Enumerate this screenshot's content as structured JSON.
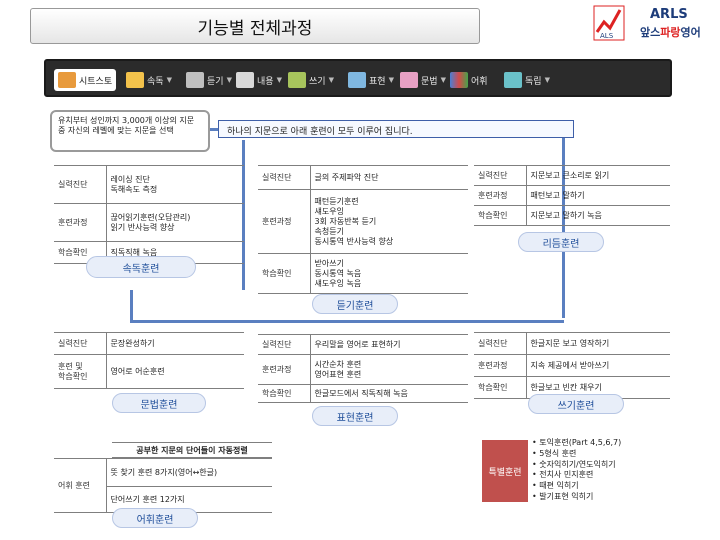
{
  "header": {
    "title": "기능별 전체과정"
  },
  "logo": {
    "brand": "ARLS",
    "sub_prefix": "앞스",
    "sub_red": "파랑",
    "sub_suffix": "영어",
    "mark": "ALS"
  },
  "toolbar": {
    "items": [
      {
        "label": "시트스토",
        "icon": "home-icon",
        "active": true
      },
      {
        "label": "속독",
        "icon": "book-icon"
      },
      {
        "label": "듣기",
        "icon": "headphones-icon"
      },
      {
        "label": "내용",
        "icon": "pen-icon"
      },
      {
        "label": "쓰기",
        "icon": "pencil-icon"
      },
      {
        "label": "표현",
        "icon": "speech-icon"
      },
      {
        "label": "문법",
        "icon": "grammar-icon"
      },
      {
        "label": "어휘",
        "icon": "abc-icon"
      },
      {
        "label": "독립",
        "icon": "avatar-icon"
      }
    ]
  },
  "intro": {
    "callout": "유치부터 성인까지 3,000개 이상의 지문 중 자신의 레벨에 맞는 지문을 선택",
    "note": "하나의 지문으로 아래 훈련이 모두 이루어 집니다."
  },
  "reading": {
    "rows": [
      {
        "h": "실력진단",
        "v": "레이싱 진단\n독해속도 측정"
      },
      {
        "h": "훈련과정",
        "v": "끊어읽기훈련(오답관리)\n읽기 반사능력 향상"
      },
      {
        "h": "학습확인",
        "v": "직독직해 녹음"
      }
    ],
    "pill": "속독훈련"
  },
  "listening": {
    "rows": [
      {
        "h": "실력진단",
        "v": "글의 주제파악 진단"
      },
      {
        "h": "훈련과정",
        "v": "패턴듣기훈련\n섀도우잉\n3회 자동반복 듣기\n속청듣기\n동시통역 반사능력 향상"
      },
      {
        "h": "학습확인",
        "v": "받아쓰기\n동시통역 녹음\n섀도우잉 녹음"
      }
    ],
    "pill": "듣기훈련"
  },
  "rhythm": {
    "rows": [
      {
        "h": "실력진단",
        "v": "지문보고 큰소리로 읽기"
      },
      {
        "h": "훈련과정",
        "v": "패턴보고 말하기"
      },
      {
        "h": "학습확인",
        "v": "지문보고 말하기 녹음"
      }
    ],
    "pill": "리듬훈련"
  },
  "grammar": {
    "rows": [
      {
        "h": "실력진단",
        "v": "문장완성하기"
      },
      {
        "h": "훈련 및\n학습확인",
        "v": "영어로 어순훈련"
      }
    ],
    "pill": "문법훈련"
  },
  "expression": {
    "rows": [
      {
        "h": "실력진단",
        "v": "우리말을 영어로 표현하기"
      },
      {
        "h": "훈련과정",
        "v": "시간순차 훈련\n영어표현 훈련"
      },
      {
        "h": "학습확인",
        "v": "한글모드에서 직독직해 녹음"
      }
    ],
    "pill": "표현훈련"
  },
  "writing": {
    "rows": [
      {
        "h": "실력진단",
        "v": "한글지문 보고 영작하기"
      },
      {
        "h": "훈련과정",
        "v": "지속 제공에서 받아쓰기"
      },
      {
        "h": "학습확인",
        "v": "한글보고 빈칸 채우기"
      }
    ],
    "pill": "쓰기훈련"
  },
  "vocab": {
    "header": "공부한 지문의 단어들이 자동정렬",
    "label": "어휘 훈련",
    "rows": [
      "뜻 찾기 훈련 8가지(영어↔한글)",
      "단어쓰기 훈련 12가지"
    ],
    "pill": "어휘훈련"
  },
  "special": {
    "label": "특별훈련",
    "items": [
      "• 토익훈련(Part 4,5,6,7)",
      "• 5형식 훈련",
      "• 숫자익히기/연도익히기",
      "• 전치사 민지훈련",
      "• 때편 익히기",
      "• 발기표현 익히기"
    ]
  },
  "colors": {
    "accent": "#5a7fc0",
    "pill_bg": "#e8eef9",
    "special": "#c0504d",
    "toolbar": "#2b2b2b"
  }
}
